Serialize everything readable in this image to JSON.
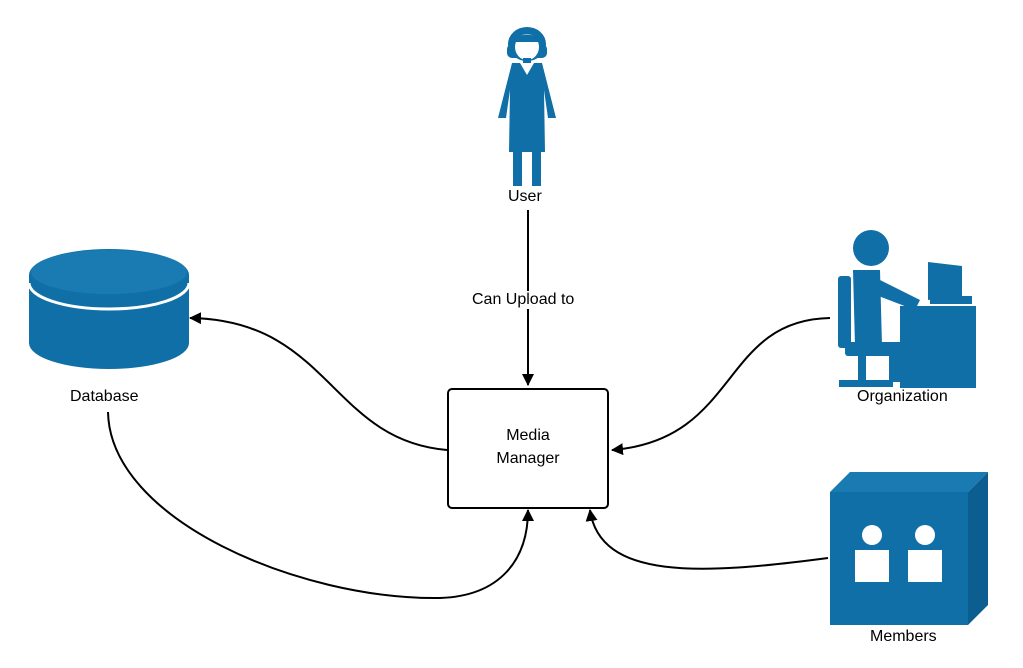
{
  "diagram": {
    "center_node": {
      "line1": "Media",
      "line2": "Manager"
    },
    "nodes": {
      "user": "User",
      "database": "Database",
      "organization": "Organization",
      "members": "Members"
    },
    "edges": {
      "user_to_manager": "Can Upload to"
    }
  },
  "colors": {
    "icon_blue": "#0f6fa6",
    "icon_blue_dark": "#0b5e8f",
    "line": "#000000",
    "background": "#ffffff"
  },
  "icons": {
    "user": "woman-figure-icon",
    "database": "database-cylinder-icon",
    "organization": "person-at-computer-icon",
    "members": "members-group-box-icon"
  }
}
